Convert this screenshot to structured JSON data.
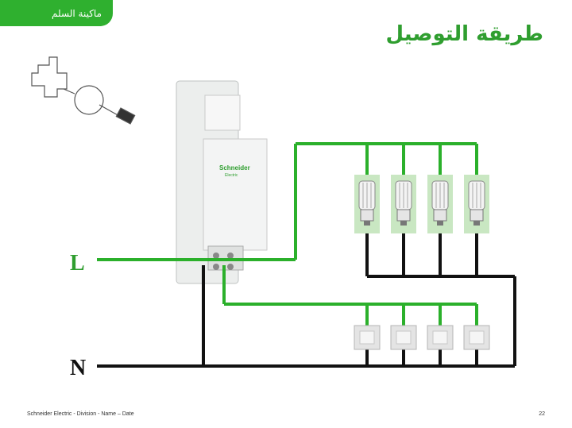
{
  "header": {
    "tag": "ماكينة السلم",
    "title": "طريقة التوصيل"
  },
  "labels": {
    "line": "L",
    "neutral": "N"
  },
  "device": {
    "brand": "Schneider",
    "sub": "Electric"
  },
  "footer": {
    "text": "Schneider Electric - Division - Name – Date",
    "page": "22"
  },
  "colors": {
    "live": "#2bb02b",
    "neutral": "#111111",
    "accent": "#2fb02f",
    "lampBg": "#c9e7c2"
  },
  "icons": [
    "screwdriver-icon",
    "lamp-icon",
    "push-button-icon"
  ]
}
